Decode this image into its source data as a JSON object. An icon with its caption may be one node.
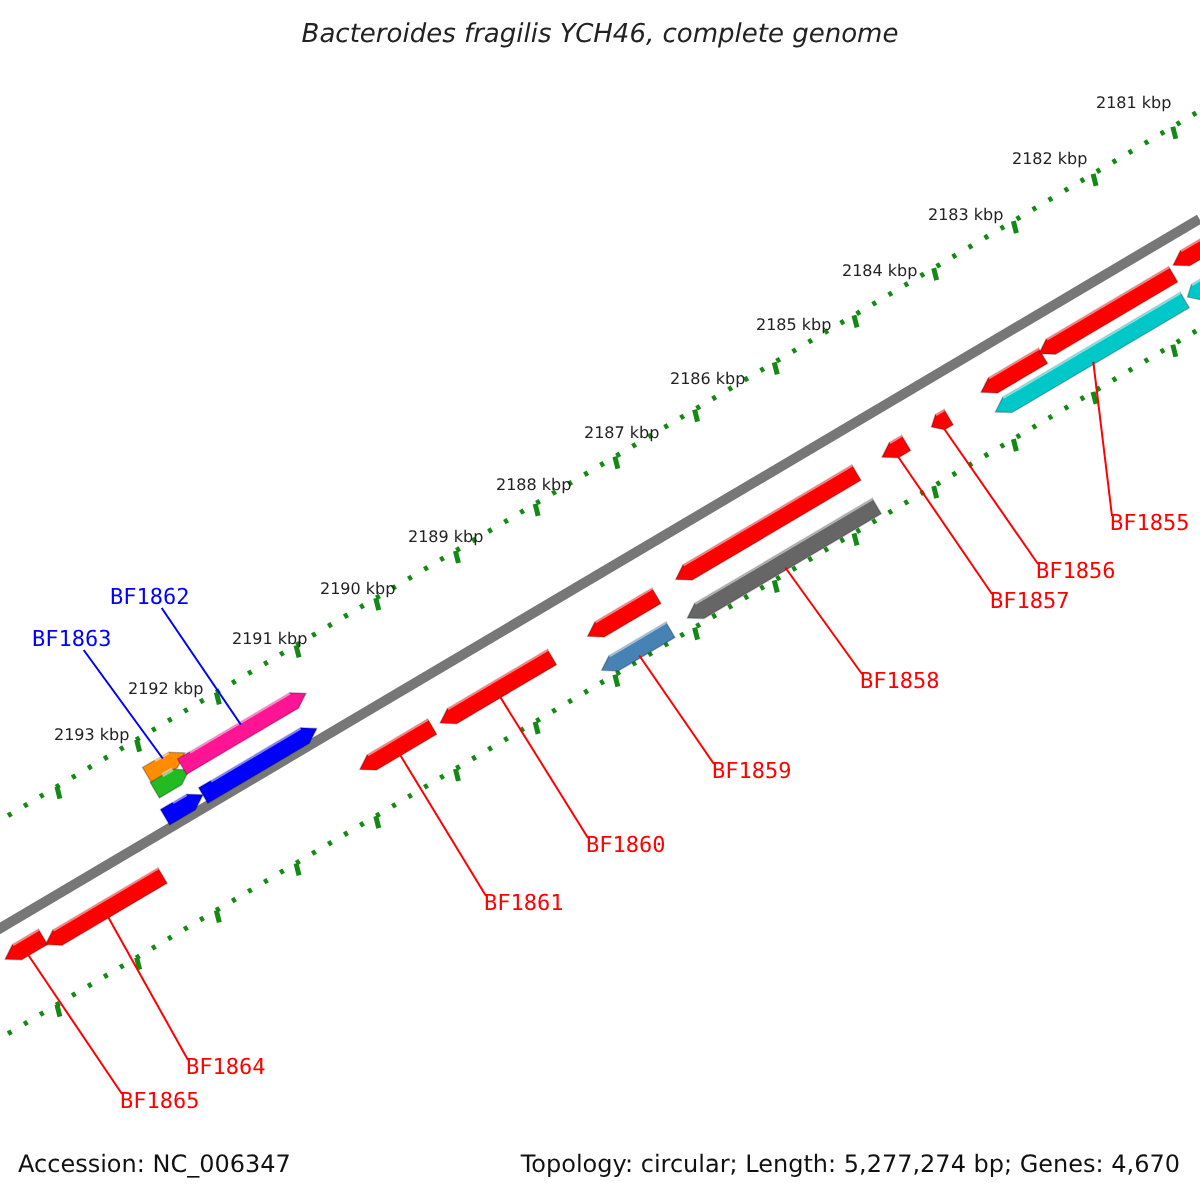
{
  "diagram": {
    "title": "Bacteroides fragilis YCH46, complete genome",
    "nodes": [
      {
        "text": [
          "BF1855"
        ]
      },
      {
        "text": [
          "BF1856"
        ]
      },
      {
        "text": [
          "BF1857"
        ]
      },
      {
        "text": [
          "BF1858"
        ]
      },
      {
        "text": [
          "BF1859"
        ]
      },
      {
        "text": [
          "BF1860"
        ]
      },
      {
        "text": [
          "BF1861"
        ]
      },
      {
        "text": [
          "BF1864"
        ]
      },
      {
        "text": [
          "BF1865"
        ]
      },
      {
        "text": [
          "BF1862"
        ]
      },
      {
        "text": [
          "BF1863"
        ]
      },
      {
        "text": [],
        "shape": "bar"
      },
      {
        "text": [],
        "shape": "bar"
      },
      {
        "text": [],
        "shape": "bar"
      },
      {
        "text": [],
        "shape": "bar"
      },
      {
        "text": [],
        "shape": "bar"
      },
      {
        "text": [],
        "shape": "bar"
      },
      {
        "text": [],
        "shape": "bar"
      },
      {
        "text": [],
        "shape": "bar"
      },
      {
        "text": [],
        "shape": "bar"
      },
      {
        "text": [],
        "shape": "bar"
      },
      {
        "text": [],
        "shape": "bar"
      },
      {
        "text": [],
        "shape": "bar"
      },
      {
        "text": [],
        "shape": "bar"
      },
      {
        "text": [],
        "shape": "bar"
      },
      {
        "text": [],
        "shape": "bar"
      },
      {
        "text": [],
        "shape": "bar"
      },
      {
        "text": [],
        "shape": "bar"
      },
      {
        "text": [],
        "shape": "bar"
      },
      {
        "text": [],
        "shape": "bar"
      },
      {
        "text": [],
        "shape": "bar"
      }
    ],
    "edges": [
      {
        "from": 0,
        "to": 27,
        "arrow": "none"
      },
      {
        "from": 1,
        "to": 25,
        "arrow": "none"
      },
      {
        "from": 2,
        "to": 24,
        "arrow": "none"
      },
      {
        "from": 3,
        "to": 23,
        "arrow": "none"
      },
      {
        "from": 4,
        "to": 21,
        "arrow": "none"
      },
      {
        "from": 5,
        "to": 19,
        "arrow": "none"
      },
      {
        "from": 6,
        "to": 18,
        "arrow": "none"
      },
      {
        "from": 7,
        "to": 12,
        "arrow": "none"
      },
      {
        "from": 8,
        "to": 11,
        "arrow": "none"
      },
      {
        "from": 9,
        "to": 16,
        "arrow": "none",
        "color": "#0000ff"
      },
      {
        "from": 10,
        "to": 13,
        "arrow": "none",
        "color": "#0000ff"
      }
    ],
    "labels": [
      "2181 kbp",
      "2182 kbp",
      "2183 kbp",
      "2184 kbp",
      "2185 kbp",
      "2186 kbp",
      "2187 kbp",
      "2188 kbp",
      "2189 kbp",
      "2190 kbp",
      "2191 kbp",
      "2192 kbp",
      "2193 kbp",
      "Accession: NC_006347",
      "Topology: circular; Length: 5,277,274 bp; Genes: 4,670"
    ]
  }
}
